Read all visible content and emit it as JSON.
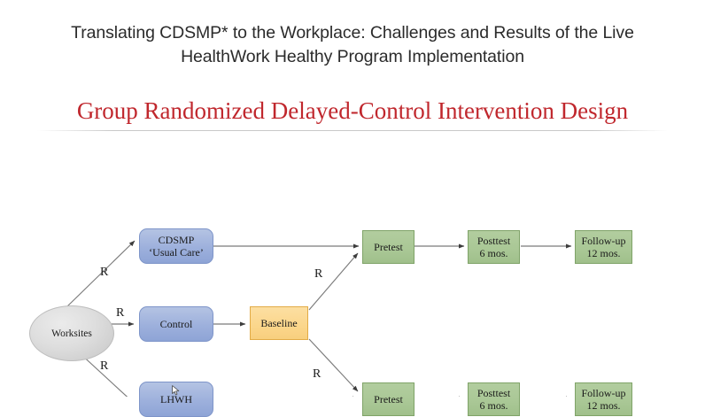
{
  "document": {
    "title_lines": [
      "Translating CDSMP* to the Workplace: Challenges and Results of the Live",
      "HealthWork Healthy Program Implementation"
    ]
  },
  "slide": {
    "title": "Group Randomized Delayed-Control Intervention Design",
    "title_color": "#c0272d",
    "background": "#ffffff"
  },
  "diagram": {
    "type": "flowchart",
    "colors": {
      "blue_node": "#9db0dc",
      "blue_border": "#7e95c9",
      "green_node": "#a9c795",
      "green_border": "#7fa368",
      "orange_node": "#fbd68b",
      "orange_border": "#e2ab46",
      "gray_node": "#dedede",
      "gray_border": "#bdbdbd",
      "edge": "#7a7a7a"
    },
    "nodes": {
      "worksites": {
        "label": "Worksites",
        "shape": "ellipse",
        "fill": "gray"
      },
      "cdsmp": {
        "label_line1": "CDSMP",
        "label_line2": "‘Usual Care’",
        "shape": "rounded-rect",
        "fill": "blue"
      },
      "control": {
        "label": "Control",
        "shape": "rounded-rect",
        "fill": "blue"
      },
      "lhwh": {
        "label": "LHWH",
        "shape": "rounded-rect",
        "fill": "blue"
      },
      "baseline": {
        "label": "Baseline",
        "shape": "rect",
        "fill": "orange"
      },
      "pretest_top": {
        "label": "Pretest",
        "shape": "rect",
        "fill": "green"
      },
      "posttest_top": {
        "label_line1": "Posttest",
        "label_line2": "6 mos.",
        "shape": "rect",
        "fill": "green"
      },
      "followup_top": {
        "label_line1": "Follow-up",
        "label_line2": "12 mos.",
        "shape": "rect",
        "fill": "green"
      },
      "pretest_bottom": {
        "label": "Pretest",
        "shape": "rect",
        "fill": "green"
      },
      "posttest_bottom": {
        "label_line1": "Posttest",
        "label_line2": "6 mos.",
        "shape": "rect",
        "fill": "green"
      },
      "followup_bottom": {
        "label_line1": "Follow-up",
        "label_line2": "12 mos.",
        "shape": "rect",
        "fill": "green"
      }
    },
    "edge_labels": {
      "r_top": "R",
      "r_middle": "R",
      "r_bottom": "R",
      "r_baseline_up": "R",
      "r_baseline_down": "R"
    }
  },
  "cursor": {
    "icon": "mouse-pointer-icon"
  }
}
